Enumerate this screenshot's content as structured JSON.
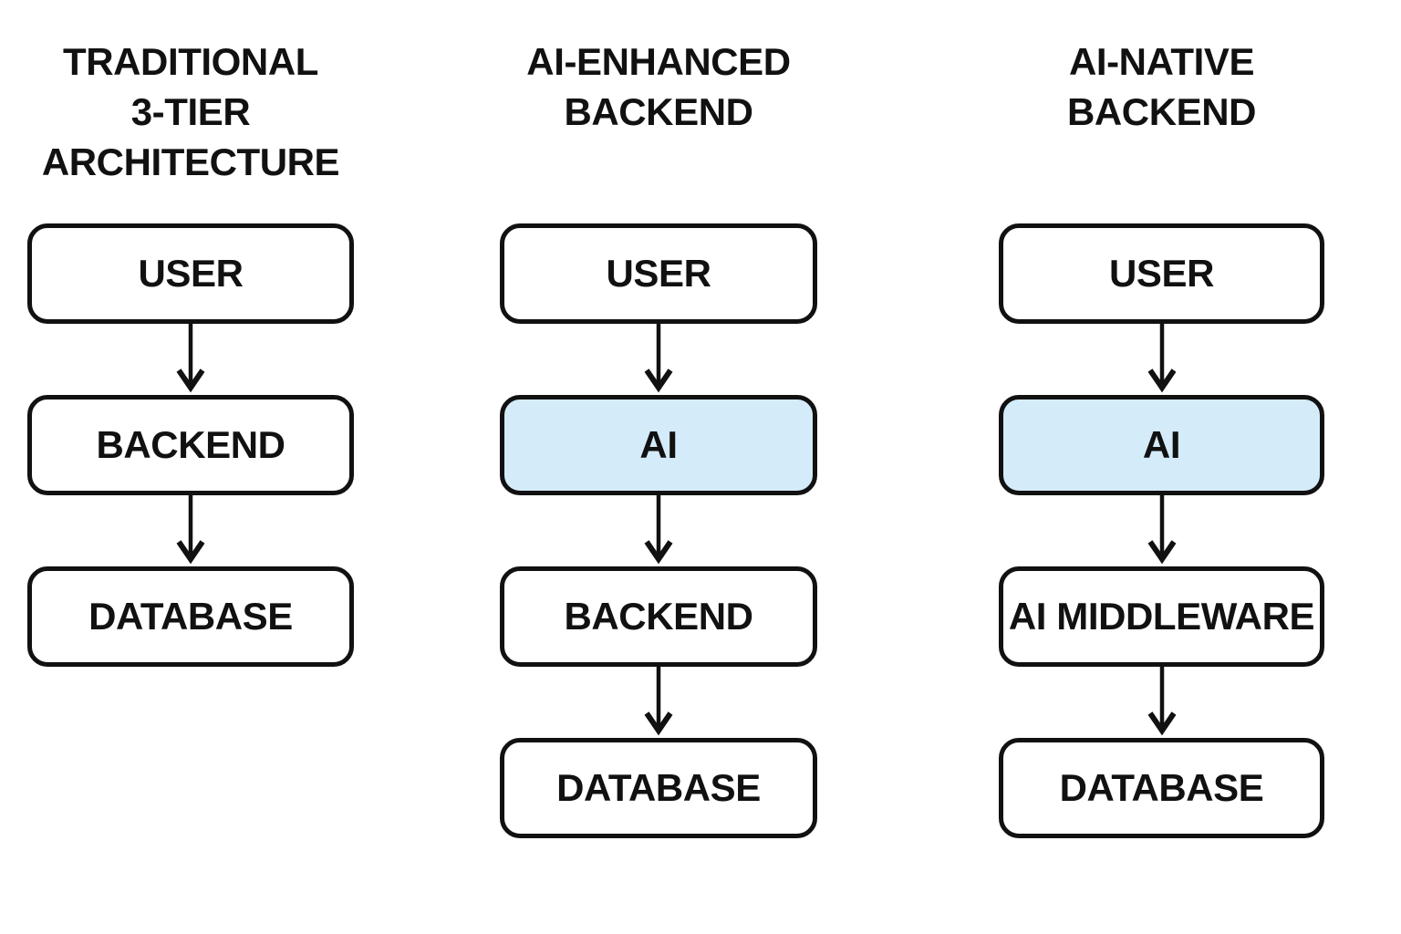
{
  "diagram": {
    "colors": {
      "page_background": "#ffffff",
      "ink": "#111111",
      "node_fill": "#ffffff",
      "highlight_fill": "#d4ebfa"
    },
    "columns": [
      {
        "id": "traditional-3-tier",
        "title": "TRADITIONAL\n3-TIER\nARCHITECTURE",
        "nodes": [
          {
            "label": "USER",
            "highlight": false
          },
          {
            "label": "BACKEND",
            "highlight": false
          },
          {
            "label": "DATABASE",
            "highlight": false
          }
        ]
      },
      {
        "id": "ai-enhanced-backend",
        "title": "AI-ENHANCED\nBACKEND",
        "nodes": [
          {
            "label": "USER",
            "highlight": false
          },
          {
            "label": "AI",
            "highlight": true
          },
          {
            "label": "BACKEND",
            "highlight": false
          },
          {
            "label": "DATABASE",
            "highlight": false
          }
        ]
      },
      {
        "id": "ai-native-backend",
        "title": "AI-NATIVE\nBACKEND",
        "nodes": [
          {
            "label": "USER",
            "highlight": false
          },
          {
            "label": "AI",
            "highlight": true
          },
          {
            "label": "AI MIDDLEWARE",
            "highlight": false
          },
          {
            "label": "DATABASE",
            "highlight": false
          }
        ]
      }
    ]
  }
}
